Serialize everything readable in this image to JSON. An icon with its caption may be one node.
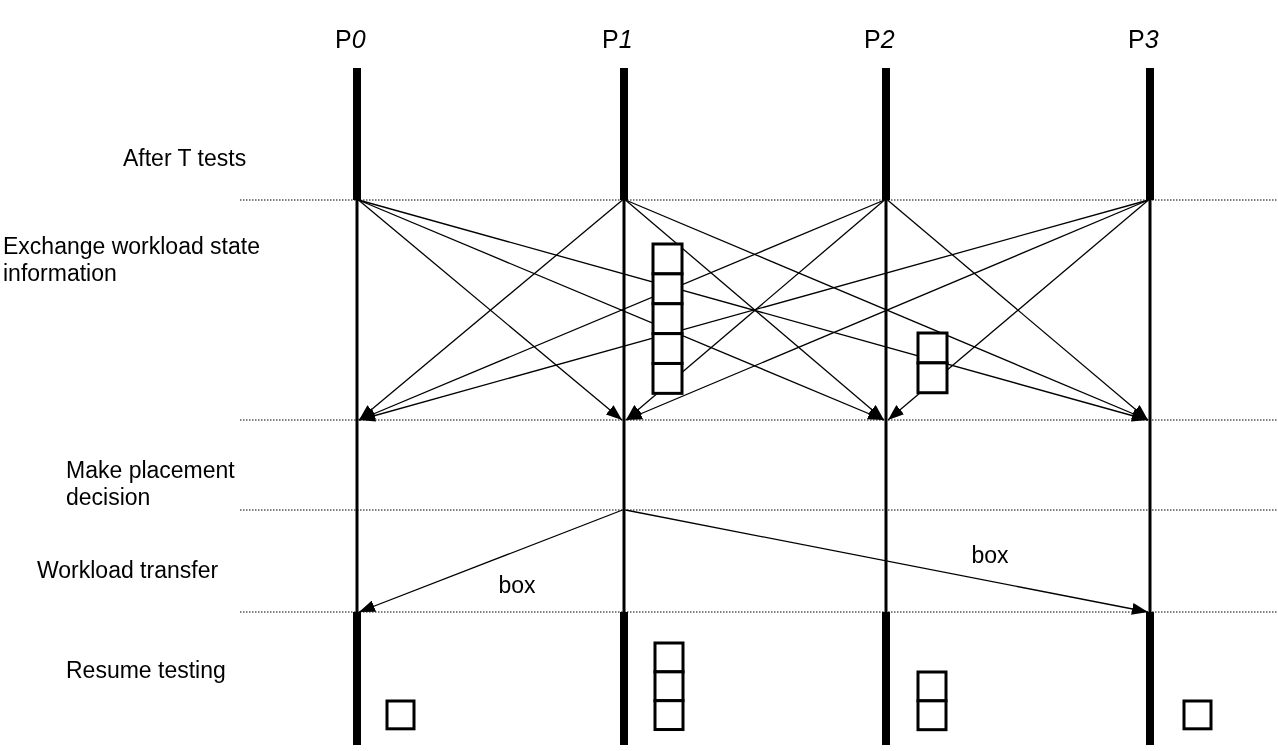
{
  "diagram": {
    "nodes": [
      {
        "text": [],
        "shape": "bar",
        "beside": [
          "P0"
        ]
      },
      {
        "text": [],
        "shape": "bar",
        "beside": [
          "P1"
        ]
      },
      {
        "text": [],
        "shape": "bar",
        "beside": [
          "P2"
        ]
      },
      {
        "text": [],
        "shape": "bar",
        "beside": [
          "P3"
        ]
      }
    ],
    "edges": [
      {
        "from": 0,
        "to": 1,
        "arrow": "to"
      },
      {
        "from": 0,
        "to": 2,
        "arrow": "to"
      },
      {
        "from": 0,
        "to": 3,
        "arrow": "to"
      },
      {
        "from": 1,
        "to": 0,
        "arrow": "to"
      },
      {
        "from": 1,
        "to": 2,
        "arrow": "to"
      },
      {
        "from": 1,
        "to": 3,
        "arrow": "to"
      },
      {
        "from": 2,
        "to": 0,
        "arrow": "to"
      },
      {
        "from": 2,
        "to": 1,
        "arrow": "to"
      },
      {
        "from": 2,
        "to": 3,
        "arrow": "to"
      },
      {
        "from": 3,
        "to": 0,
        "arrow": "to"
      },
      {
        "from": 3,
        "to": 1,
        "arrow": "to"
      },
      {
        "from": 3,
        "to": 2,
        "arrow": "to"
      },
      {
        "from": 1,
        "to": 0,
        "arrow": "to",
        "label": "box"
      },
      {
        "from": 1,
        "to": 3,
        "arrow": "to",
        "label": "box"
      }
    ],
    "labels": [
      "After T tests",
      "Exchange workload state information",
      "Make placement decision",
      "Workload transfer",
      "Resume testing"
    ]
  }
}
